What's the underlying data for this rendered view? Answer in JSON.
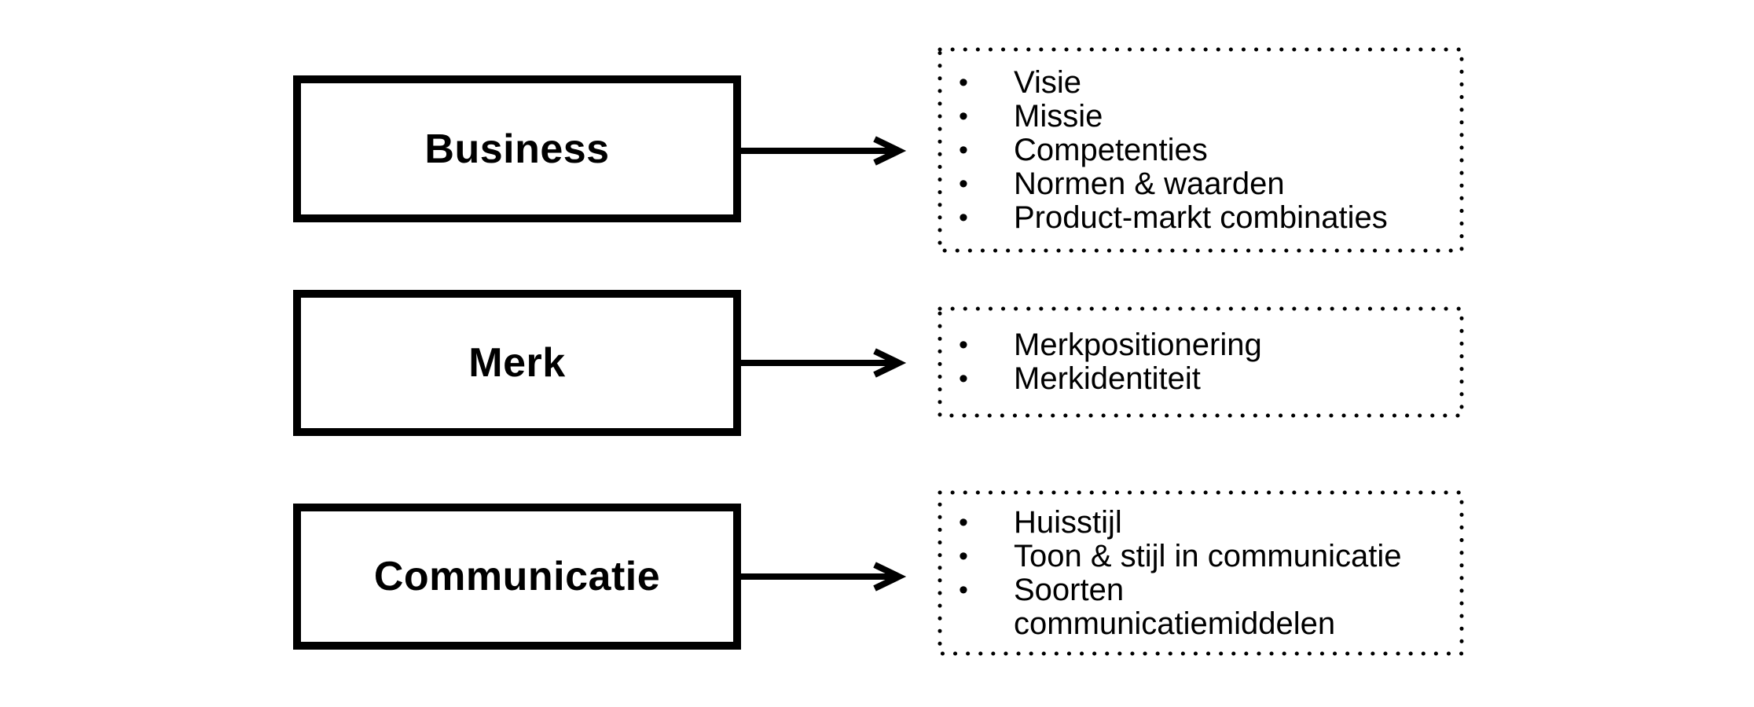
{
  "diagram": {
    "bullet_char": "•",
    "colors": {
      "foreground": "#000000",
      "background": "#ffffff"
    },
    "rows": [
      {
        "label": "Business",
        "items": [
          "Visie",
          "Missie",
          "Competenties",
          "Normen & waarden",
          "Product-markt combinaties"
        ]
      },
      {
        "label": "Merk",
        "items": [
          "Merkpositionering",
          "Merkidentiteit"
        ]
      },
      {
        "label": "Communicatie",
        "items": [
          "Huisstijl",
          "Toon & stijl in communicatie",
          "Soorten\ncommunicatiemiddelen"
        ]
      }
    ]
  }
}
